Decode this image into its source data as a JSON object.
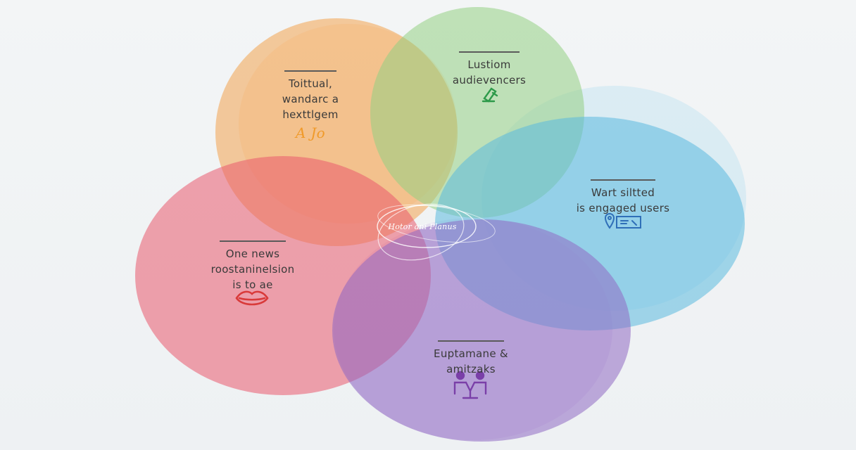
{
  "center": {
    "label": "Hotor ani Planus"
  },
  "petals": [
    {
      "id": "orange",
      "color": "#f2a24f",
      "lines": [
        "Toittual,",
        "wandarc a",
        "hexttlgem"
      ],
      "icon": "hands-icon",
      "icon_glyph": "A Jo",
      "icon_color": "#f09a2a"
    },
    {
      "id": "green",
      "color": "#94cf84",
      "lines": [
        "Lustiom",
        "audievencers"
      ],
      "icon": "bird-icon",
      "icon_glyph": "❧",
      "icon_color": "#2e9a4a"
    },
    {
      "id": "blue",
      "color": "#5bb9de",
      "lines": [
        "Wart siltted",
        "is engaged users"
      ],
      "icon": "pin-card-icon",
      "icon_glyph": "⌖☰",
      "icon_color": "#2f6fb8"
    },
    {
      "id": "red",
      "color": "#ea5a6e",
      "lines": [
        "One news",
        "roostaninelsion",
        "is to ae"
      ],
      "icon": "lips-icon",
      "icon_glyph": "",
      "icon_color": "#d93a3a"
    },
    {
      "id": "purple",
      "color": "#8f6ac2",
      "lines": [
        "Euptamane &",
        "amitzaks"
      ],
      "icon": "people-icon",
      "icon_glyph": "",
      "icon_color": "#7a3fa8"
    }
  ]
}
